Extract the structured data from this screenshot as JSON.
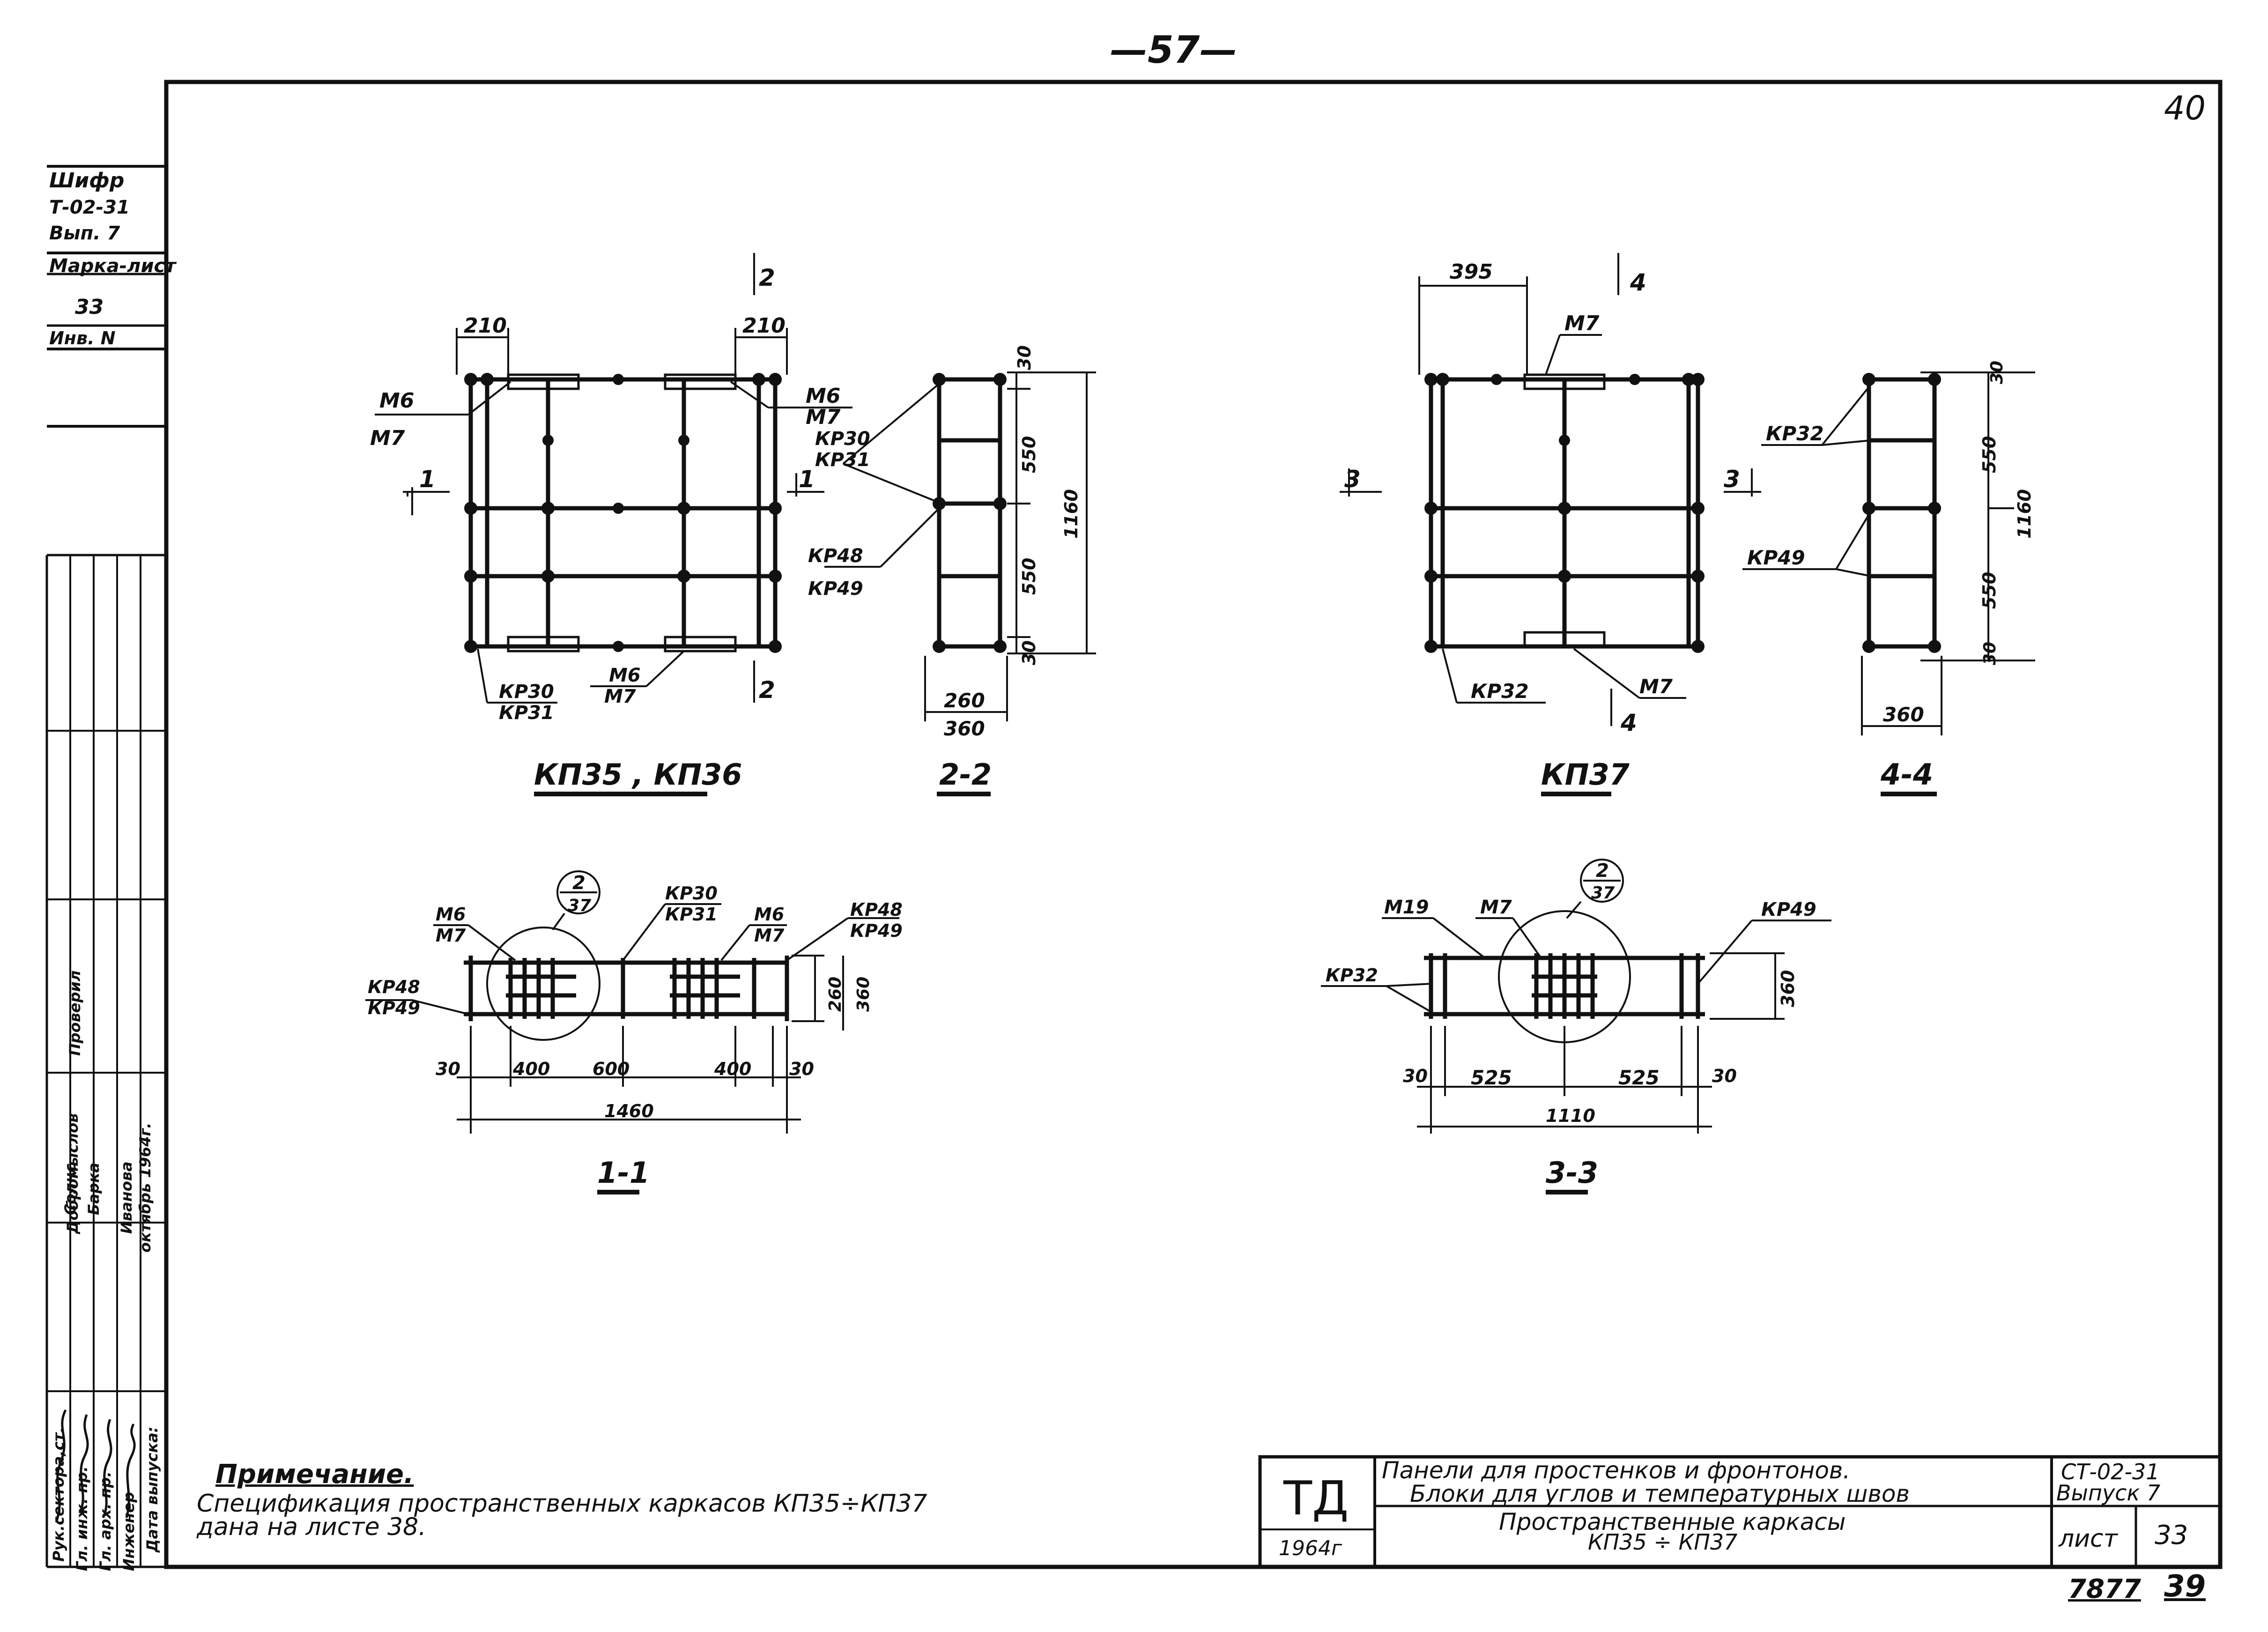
{
  "page": {
    "top_number": "—57—",
    "corner_number": "40",
    "bottom_number_a": "7877",
    "bottom_number_b": "39"
  },
  "side_stamp": {
    "lines": [
      "Шифр",
      "Т-02-31",
      "Вып. 7",
      "Марка-лист",
      "33",
      "Инв. N"
    ]
  },
  "signatures": {
    "roles": [
      "Рук.сектора,ст.",
      "Гл. инж. пр.",
      "Гл. арх. пр.",
      "Инженер",
      "Дата выпуска:"
    ],
    "names": [
      "Добромыслов",
      "Солнс",
      "Барка",
      "Иванова",
      "октябрь 1964г."
    ],
    "checked": "Проверил"
  },
  "views": {
    "kp35_36": {
      "title": "КП35 , КП36",
      "dim_left": "210",
      "dim_right": "210",
      "label_m6_left": "М6",
      "label_m7_left": "М7",
      "label_m6_right": "М6",
      "label_m7_right": "М7",
      "label_kp30": "КР30",
      "label_kp31": "КР31",
      "label_bottom_m6": "М6",
      "label_bottom_m7": "М7",
      "section_mark_top": "2",
      "section_mark_bottom": "2",
      "section_mark_left": "1",
      "section_mark_right": "1"
    },
    "sec_2_2": {
      "title": "2-2",
      "label_kp30": "КР30",
      "label_kp31": "КР31",
      "label_kp48": "КР48",
      "label_kp49": "КР49",
      "dims": [
        "30",
        "550",
        "550",
        "30"
      ],
      "total_height": "1160",
      "width_inner": "260",
      "width_outer": "360"
    },
    "kp37": {
      "title": "КП37",
      "dim_top": "395",
      "label_m7_top": "М7",
      "label_kp32": "КР32",
      "label_m7_bottom": "М7",
      "section_mark_top": "4",
      "section_mark_bottom": "4",
      "section_mark_left": "3",
      "section_mark_right": "3"
    },
    "sec_4_4": {
      "title": "4-4",
      "label_kp32": "КР32",
      "label_kp49": "КР49",
      "dims": [
        "30",
        "550",
        "550",
        "30"
      ],
      "total_height": "1160",
      "width": "360"
    },
    "sec_1_1": {
      "title": "1-1",
      "callout_top": "2",
      "callout_bottom": "37",
      "label_m6_a": "М6",
      "label_m7_a": "М7",
      "label_kp30": "КР30",
      "label_kp31": "КР31",
      "label_m6_b": "М6",
      "label_m7_b": "М7",
      "label_kp48_r": "КР48",
      "label_kp49_r": "КР49",
      "label_kp48_l": "КР48",
      "label_kp49_l": "КР49",
      "height_inner": "260",
      "height_outer": "360",
      "dims": [
        "30",
        "400",
        "600",
        "400",
        "30"
      ],
      "total": "1460"
    },
    "sec_3_3": {
      "title": "3-3",
      "callout_top": "2",
      "callout_bottom": "37",
      "label_m19": "М19",
      "label_m7": "М7",
      "label_kp49": "КР49",
      "label_kp32": "КР32",
      "height": "360",
      "dims": [
        "30",
        "525",
        "525",
        "30"
      ],
      "total": "1110"
    }
  },
  "note": {
    "title": "Примечание.",
    "line1": "Спецификация пространственных каркасов КП35÷КП37",
    "line2": "дана на листе 38."
  },
  "title_block": {
    "logo": "ТД",
    "year": "1964г",
    "title_line1": "Панели для простенков и фронтонов.",
    "title_line2": "Блоки для углов и температурных швов",
    "sheet_title_line1": "Пространственные каркасы",
    "sheet_title_line2": "КП35 ÷ КП37",
    "code": "СТ-02-31",
    "issue": "Выпуск 7",
    "sheet_label": "лист",
    "sheet_number": "33"
  }
}
